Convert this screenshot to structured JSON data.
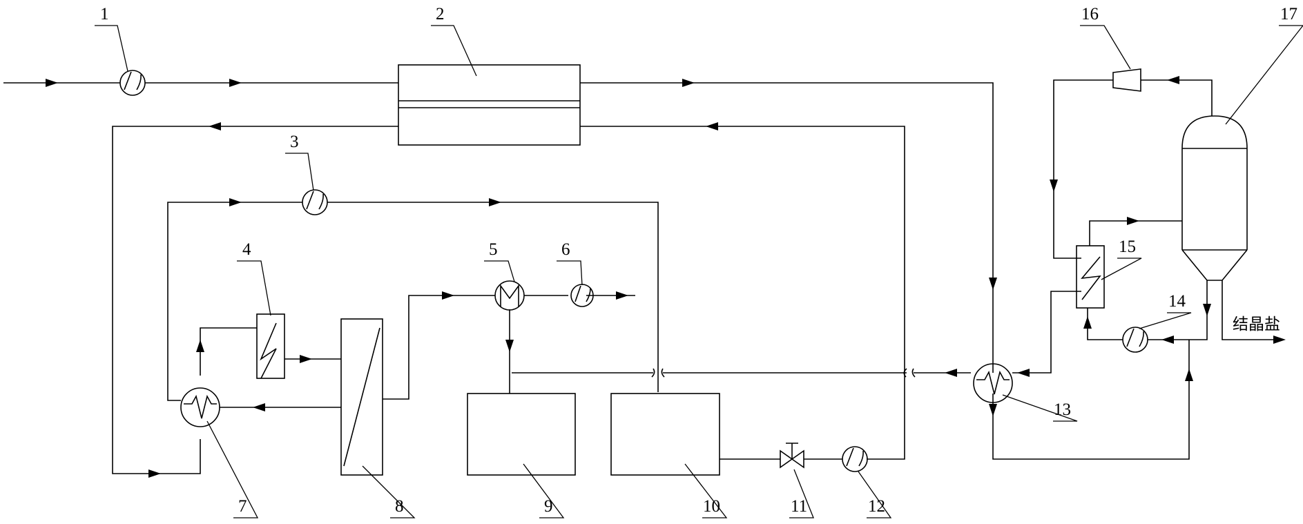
{
  "diagram": {
    "line_color": "#000000",
    "background": "#ffffff",
    "labels": {
      "n1": "1",
      "n2": "2",
      "n3": "3",
      "n4": "4",
      "n5": "5",
      "n6": "6",
      "n7": "7",
      "n8": "8",
      "n9": "9",
      "n10": "10",
      "n11": "11",
      "n12": "12",
      "n13": "13",
      "n14": "14",
      "n15": "15",
      "n16": "16",
      "n17": "17"
    },
    "output_label": "结晶盐"
  }
}
